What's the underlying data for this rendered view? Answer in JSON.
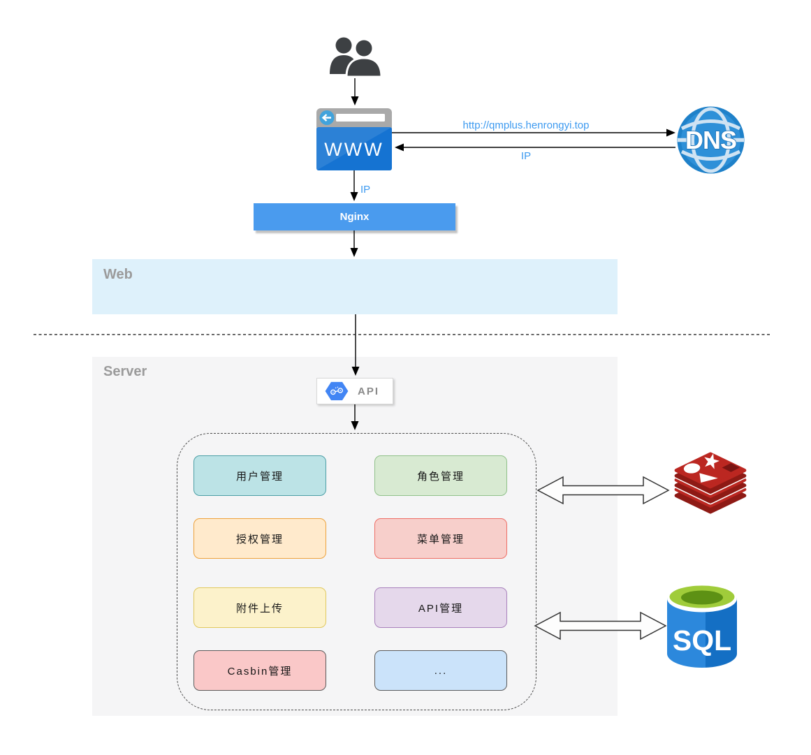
{
  "zones": {
    "web": {
      "label": "Web",
      "color": "#def1fb"
    },
    "server": {
      "label": "Server",
      "color": "#f5f5f6"
    }
  },
  "nodes": {
    "users": {
      "name": "users",
      "color": "#3d4043"
    },
    "browser": {
      "label": "WWW",
      "body_color": "#1573d2",
      "bar_color": "#a9a9a9",
      "button_color": "#41a3dc"
    },
    "dns": {
      "label": "DNS",
      "color": "#2e90d8",
      "line_color": "#cfe3f3"
    },
    "nginx": {
      "label": "Nginx",
      "color": "#4a9bee"
    },
    "api": {
      "label": "API",
      "icon_color": "#4285f4"
    },
    "redis": {
      "name": "redis",
      "color": "#bb2721",
      "dark_color": "#8e1a15"
    },
    "sql": {
      "label": "SQL",
      "body_color": "#1878d3",
      "top_color": "#a0cc3a",
      "top_inner_color": "#5d9114"
    }
  },
  "edges": {
    "request_label": "http://qmplus.henrongyi.top",
    "dns_return_label": "IP",
    "nginx_in_label": "IP",
    "label_color": "#3d9af0"
  },
  "modules": [
    {
      "label": "用户管理",
      "fill": "#bce3e6",
      "border": "#4d9fa6"
    },
    {
      "label": "角色管理",
      "fill": "#d8ead2",
      "border": "#90c18a"
    },
    {
      "label": "授权管理",
      "fill": "#ffeacc",
      "border": "#eda23c"
    },
    {
      "label": "菜单管理",
      "fill": "#f7cfcb",
      "border": "#ee6e66"
    },
    {
      "label": "附件上传",
      "fill": "#fcf2cb",
      "border": "#e0c85e"
    },
    {
      "label": "API管理",
      "fill": "#e5d8eb",
      "border": "#a981bc"
    },
    {
      "label": "Casbin管理",
      "fill": "#fac8c8",
      "border": "#5c5c5c"
    },
    {
      "label": "...",
      "fill": "#cbe3fa",
      "border": "#5c5c5c"
    }
  ],
  "module_layout": {
    "lefts": [
      277,
      536
    ],
    "tops": [
      652,
      742,
      841,
      931
    ]
  }
}
